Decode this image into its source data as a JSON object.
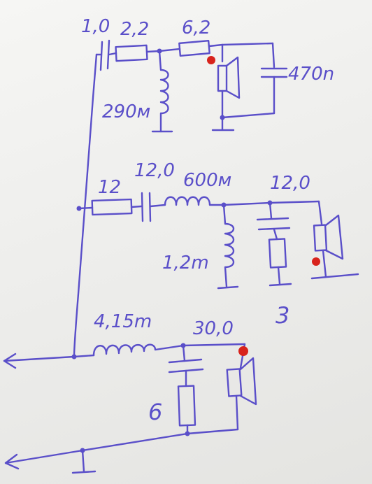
{
  "colors": {
    "ink": "#5a4fc9",
    "polarity_marker": "#d8231c",
    "paper": "#f1f1ef"
  },
  "tweeter_section": {
    "capacitor_value": "1,0",
    "resistor_series_value": "2,2",
    "inductor_shunt_value": "290м",
    "resistor_second_value": "6,2",
    "capacitor_parallel_value": "470n"
  },
  "midrange_section": {
    "resistor_series_value": "12",
    "capacitor_series_value": "12,0",
    "inductor_series_value": "600м",
    "inductor_shunt_value": "1,2m",
    "capacitor_shunt_value": "12,0",
    "resistor_shunt_value": "3"
  },
  "woofer_section": {
    "inductor_series_value": "4,15m",
    "capacitor_shunt_value": "30,0",
    "resistor_shunt_value": "6"
  }
}
